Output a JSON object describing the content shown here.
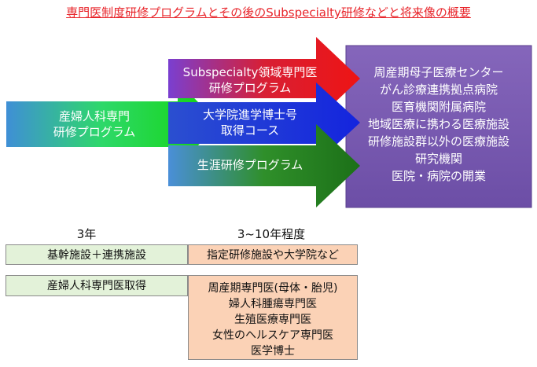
{
  "title": "専門医制度研修プログラムとその後のSubspecialty研修などと将来像の概要",
  "arrows": {
    "main": [
      "産婦人科専門",
      "研修プログラム"
    ],
    "subspecialty": [
      "Subspecialty領域専門医",
      "研修プログラム"
    ],
    "graduate": [
      "大学院進学博士号",
      "取得コース"
    ],
    "lifelong": [
      "生涯研修プログラム"
    ]
  },
  "destinations": [
    "周産期母子医療センター",
    "がん診療連携拠点病院",
    "医育機関附属病院",
    "地域医療に携わる医療施設",
    "研修施設群以外の医療施設",
    "研究機関",
    "医院・病院の開業"
  ],
  "timeline": {
    "phase1_label": "3年",
    "phase2_label": "3~10年程度"
  },
  "rows": {
    "facility_left": "基幹施設＋連携施設",
    "facility_right": "指定研修施設や大学院など",
    "qualification_left": "産婦人科専門医取得",
    "qualification_right": [
      "周産期専門医(母体・胎児)",
      "婦人科腫瘍専門医",
      "生殖医療専門医",
      "女性のヘルスケア専門医",
      "医学博士"
    ]
  },
  "colors": {
    "title": "#e8242a",
    "main_arrow": "#22d40c",
    "subspecialty_arrow": "#e21a1a",
    "graduate_arrow": "#1f2fd8",
    "lifelong_arrow": "#1f7a1a",
    "destination_box": "#7a5bb0",
    "green_box": "#e3f2d9",
    "peach_box": "#fbd2b6"
  }
}
